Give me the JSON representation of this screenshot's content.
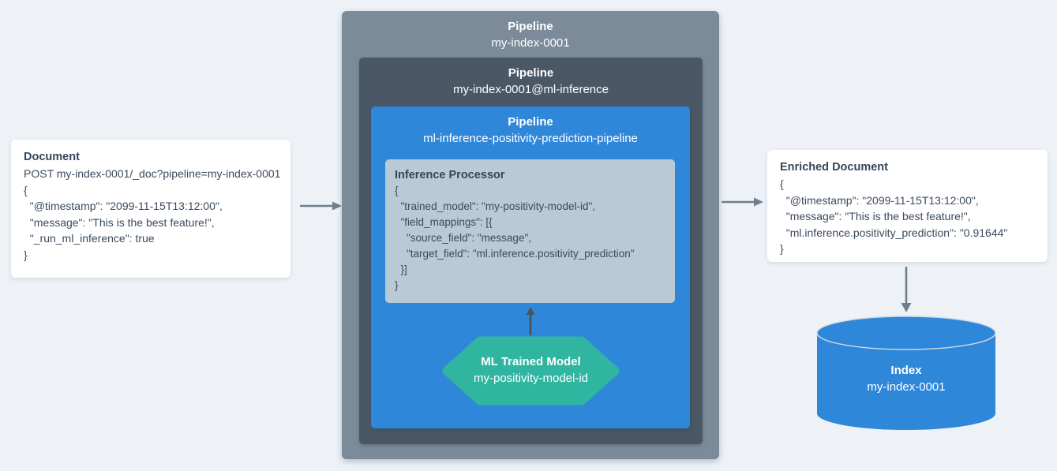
{
  "document_card": {
    "title": "Document",
    "lines": [
      "POST my-index-0001/_doc?pipeline=my-index-0001",
      "{",
      "  \"@timestamp\": \"2099-11-15T13:12:00\",",
      "  \"message\": \"This is the best feature!\",",
      "  \"_run_ml_inference\": true",
      "}"
    ]
  },
  "outer_pipeline": {
    "label": "Pipeline",
    "name": "my-index-0001"
  },
  "mid_pipeline": {
    "label": "Pipeline",
    "name": "my-index-0001@ml-inference"
  },
  "inner_pipeline": {
    "label": "Pipeline",
    "name": "ml-inference-positivity-prediction-pipeline"
  },
  "inference_processor": {
    "title": "Inference Processor",
    "lines": [
      "{",
      "  \"trained_model\": \"my-positivity-model-id\",",
      "  \"field_mappings\": [{",
      "    \"source_field\": \"message\",",
      "    \"target_field\": \"ml.inference.positivity_prediction\"",
      "  }]",
      "}"
    ]
  },
  "ml_model": {
    "title": "ML Trained Model",
    "name": "my-positivity-model-id"
  },
  "enriched_card": {
    "title": "Enriched Document",
    "lines": [
      "{",
      "  \"@timestamp\": \"2099-11-15T13:12:00\",",
      "  \"message\": \"This is the best feature!\",",
      "  \"ml.inference.positivity_prediction\": \"0.91644\"",
      "}"
    ]
  },
  "index": {
    "title": "Index",
    "name": "my-index-0001"
  },
  "colors": {
    "background": "#eef2f7",
    "outer_pipeline_bg": "#7b8b9a",
    "mid_pipeline_bg": "#4a5866",
    "inner_pipeline_bg": "#2e87d9",
    "processor_bg": "#b9c9d6",
    "model_bg": "#2fb5a0",
    "index_bg": "#2e87d9",
    "card_bg": "#ffffff",
    "text_dark": "#3b4a5e",
    "text_light": "#ffffff",
    "arrow_gray": "#6e7f90",
    "arrow_dark": "#4a545e"
  }
}
